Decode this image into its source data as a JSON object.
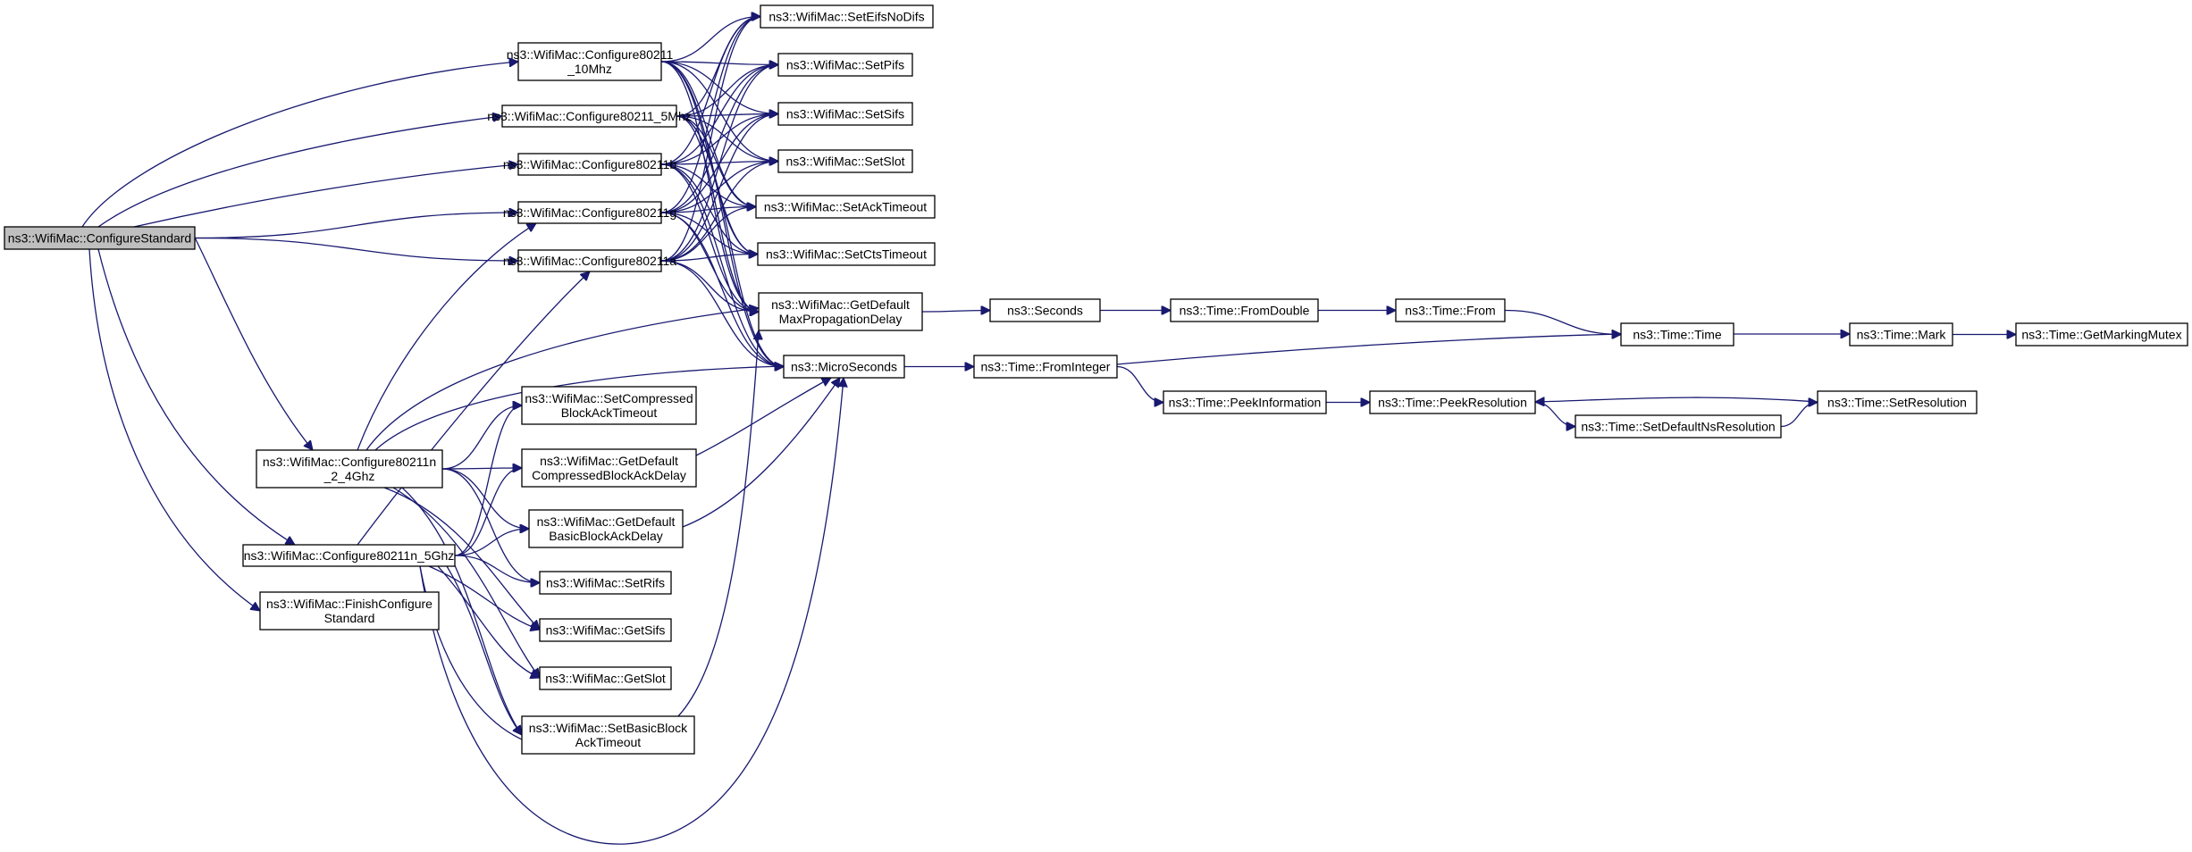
{
  "diagram": {
    "nodes": [
      {
        "id": "configureStandard",
        "lines": [
          "ns3::WifiMac::ConfigureStandard"
        ],
        "root": true
      },
      {
        "id": "c10mhz",
        "lines": [
          "ns3::WifiMac::Configure80211",
          "_10Mhz"
        ]
      },
      {
        "id": "c5mhz",
        "lines": [
          "ns3::WifiMac::Configure80211_5Mhz"
        ]
      },
      {
        "id": "cb",
        "lines": [
          "ns3::WifiMac::Configure80211b"
        ]
      },
      {
        "id": "cg",
        "lines": [
          "ns3::WifiMac::Configure80211g"
        ]
      },
      {
        "id": "ca",
        "lines": [
          "ns3::WifiMac::Configure80211a"
        ]
      },
      {
        "id": "cn24",
        "lines": [
          "ns3::WifiMac::Configure80211n",
          "_2_4Ghz"
        ]
      },
      {
        "id": "cn5",
        "lines": [
          "ns3::WifiMac::Configure80211n_5Ghz"
        ]
      },
      {
        "id": "finish",
        "lines": [
          "ns3::WifiMac::FinishConfigure",
          "Standard"
        ]
      },
      {
        "id": "setEifs",
        "lines": [
          "ns3::WifiMac::SetEifsNoDifs"
        ]
      },
      {
        "id": "setPifs",
        "lines": [
          "ns3::WifiMac::SetPifs"
        ]
      },
      {
        "id": "setSifs",
        "lines": [
          "ns3::WifiMac::SetSifs"
        ]
      },
      {
        "id": "setSlot",
        "lines": [
          "ns3::WifiMac::SetSlot"
        ]
      },
      {
        "id": "setAck",
        "lines": [
          "ns3::WifiMac::SetAckTimeout"
        ]
      },
      {
        "id": "setCts",
        "lines": [
          "ns3::WifiMac::SetCtsTimeout"
        ]
      },
      {
        "id": "getMaxProp",
        "lines": [
          "ns3::WifiMac::GetDefault",
          "MaxPropagationDelay"
        ]
      },
      {
        "id": "micro",
        "lines": [
          "ns3::MicroSeconds"
        ]
      },
      {
        "id": "setCompBlock",
        "lines": [
          "ns3::WifiMac::SetCompressed",
          "BlockAckTimeout"
        ]
      },
      {
        "id": "getCompBlock",
        "lines": [
          "ns3::WifiMac::GetDefault",
          "CompressedBlockAckDelay"
        ]
      },
      {
        "id": "getBasicBlock",
        "lines": [
          "ns3::WifiMac::GetDefault",
          "BasicBlockAckDelay"
        ]
      },
      {
        "id": "setRifs",
        "lines": [
          "ns3::WifiMac::SetRifs"
        ]
      },
      {
        "id": "getSifs",
        "lines": [
          "ns3::WifiMac::GetSifs"
        ]
      },
      {
        "id": "getSlot",
        "lines": [
          "ns3::WifiMac::GetSlot"
        ]
      },
      {
        "id": "setBasicBlock",
        "lines": [
          "ns3::WifiMac::SetBasicBlock",
          "AckTimeout"
        ]
      },
      {
        "id": "seconds",
        "lines": [
          "ns3::Seconds"
        ]
      },
      {
        "id": "fromDouble",
        "lines": [
          "ns3::Time::FromDouble"
        ]
      },
      {
        "id": "from",
        "lines": [
          "ns3::Time::From"
        ]
      },
      {
        "id": "time",
        "lines": [
          "ns3::Time::Time"
        ]
      },
      {
        "id": "mark",
        "lines": [
          "ns3::Time::Mark"
        ]
      },
      {
        "id": "getMutex",
        "lines": [
          "ns3::Time::GetMarkingMutex"
        ]
      },
      {
        "id": "fromInteger",
        "lines": [
          "ns3::Time::FromInteger"
        ]
      },
      {
        "id": "peekInfo",
        "lines": [
          "ns3::Time::PeekInformation"
        ]
      },
      {
        "id": "peekRes",
        "lines": [
          "ns3::Time::PeekResolution"
        ]
      },
      {
        "id": "setDefNs",
        "lines": [
          "ns3::Time::SetDefaultNsResolution"
        ]
      },
      {
        "id": "setRes",
        "lines": [
          "ns3::Time::SetResolution"
        ]
      }
    ],
    "edges": [
      [
        "configureStandard",
        "c10mhz"
      ],
      [
        "configureStandard",
        "c5mhz"
      ],
      [
        "configureStandard",
        "cb"
      ],
      [
        "configureStandard",
        "cg"
      ],
      [
        "configureStandard",
        "ca"
      ],
      [
        "configureStandard",
        "cn24"
      ],
      [
        "configureStandard",
        "cn5"
      ],
      [
        "configureStandard",
        "finish"
      ],
      [
        "c10mhz",
        "setEifs"
      ],
      [
        "c10mhz",
        "setPifs"
      ],
      [
        "c10mhz",
        "setSifs"
      ],
      [
        "c10mhz",
        "setSlot"
      ],
      [
        "c10mhz",
        "setAck"
      ],
      [
        "c10mhz",
        "setCts"
      ],
      [
        "c10mhz",
        "getMaxProp"
      ],
      [
        "c10mhz",
        "micro"
      ],
      [
        "c5mhz",
        "setEifs"
      ],
      [
        "c5mhz",
        "setPifs"
      ],
      [
        "c5mhz",
        "setSifs"
      ],
      [
        "c5mhz",
        "setSlot"
      ],
      [
        "c5mhz",
        "setAck"
      ],
      [
        "c5mhz",
        "setCts"
      ],
      [
        "c5mhz",
        "getMaxProp"
      ],
      [
        "c5mhz",
        "micro"
      ],
      [
        "cb",
        "setEifs"
      ],
      [
        "cb",
        "setPifs"
      ],
      [
        "cb",
        "setSifs"
      ],
      [
        "cb",
        "setSlot"
      ],
      [
        "cb",
        "setAck"
      ],
      [
        "cb",
        "setCts"
      ],
      [
        "cb",
        "getMaxProp"
      ],
      [
        "cb",
        "micro"
      ],
      [
        "cg",
        "setEifs"
      ],
      [
        "cg",
        "setPifs"
      ],
      [
        "cg",
        "setSifs"
      ],
      [
        "cg",
        "setSlot"
      ],
      [
        "cg",
        "setAck"
      ],
      [
        "cg",
        "setCts"
      ],
      [
        "cg",
        "getMaxProp"
      ],
      [
        "cg",
        "micro"
      ],
      [
        "ca",
        "setEifs"
      ],
      [
        "ca",
        "setPifs"
      ],
      [
        "ca",
        "setSifs"
      ],
      [
        "ca",
        "setSlot"
      ],
      [
        "ca",
        "setAck"
      ],
      [
        "ca",
        "setCts"
      ],
      [
        "ca",
        "getMaxProp"
      ],
      [
        "ca",
        "micro"
      ],
      [
        "cn24",
        "cg"
      ],
      [
        "cn24",
        "getMaxProp"
      ],
      [
        "cn24",
        "micro"
      ],
      [
        "cn24",
        "setCompBlock"
      ],
      [
        "cn24",
        "getCompBlock"
      ],
      [
        "cn24",
        "getBasicBlock"
      ],
      [
        "cn24",
        "setRifs"
      ],
      [
        "cn24",
        "getSifs"
      ],
      [
        "cn24",
        "getSlot"
      ],
      [
        "cn24",
        "setBasicBlock"
      ],
      [
        "cn5",
        "ca"
      ],
      [
        "cn5",
        "getMaxProp"
      ],
      [
        "cn5",
        "micro"
      ],
      [
        "cn5",
        "setCompBlock"
      ],
      [
        "cn5",
        "getCompBlock"
      ],
      [
        "cn5",
        "getBasicBlock"
      ],
      [
        "cn5",
        "setRifs"
      ],
      [
        "cn5",
        "getSifs"
      ],
      [
        "cn5",
        "getSlot"
      ],
      [
        "cn5",
        "setBasicBlock"
      ],
      [
        "getMaxProp",
        "seconds"
      ],
      [
        "seconds",
        "fromDouble"
      ],
      [
        "fromDouble",
        "from"
      ],
      [
        "from",
        "time"
      ],
      [
        "time",
        "mark"
      ],
      [
        "mark",
        "getMutex"
      ],
      [
        "micro",
        "fromInteger"
      ],
      [
        "fromInteger",
        "time"
      ],
      [
        "fromInteger",
        "peekInfo"
      ],
      [
        "getCompBlock",
        "micro"
      ],
      [
        "getBasicBlock",
        "micro"
      ],
      [
        "peekInfo",
        "peekRes"
      ],
      [
        "peekRes",
        "setDefNs"
      ],
      [
        "setDefNs",
        "setRes"
      ],
      [
        "setRes",
        "peekRes"
      ]
    ]
  }
}
